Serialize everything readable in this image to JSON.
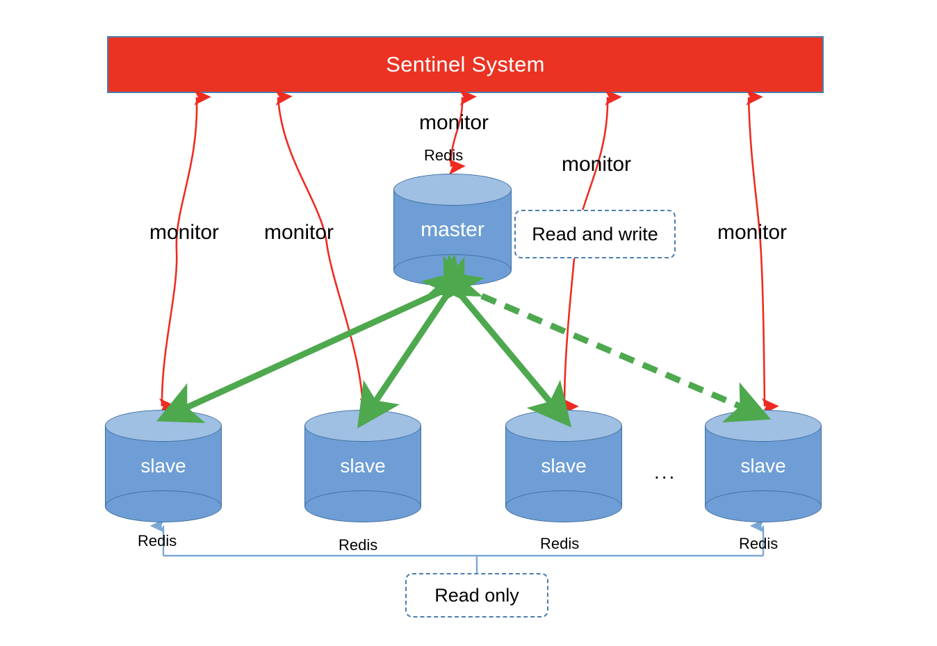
{
  "diagram": {
    "title_bar": {
      "label": "Sentinel System",
      "color": "#EA3323",
      "text_color": "#FFFFFF"
    },
    "nodes": {
      "master": {
        "label": "master",
        "sublabel": "Redis"
      },
      "slaves": [
        {
          "label": "slave",
          "sublabel": "Redis"
        },
        {
          "label": "slave",
          "sublabel": "Redis"
        },
        {
          "label": "slave",
          "sublabel": "Redis"
        },
        {
          "label": "slave",
          "sublabel": "Redis"
        }
      ],
      "ellipsis": "...",
      "node_color": "#6E9ED5",
      "node_top_color": "#9FBFE3",
      "node_border_color": "#3E6EA0"
    },
    "edges": {
      "monitor_labels": [
        "monitor",
        "monitor",
        "monitor",
        "monitor",
        "monitor"
      ],
      "monitor_color": "#EE2B21",
      "replication_color": "#4EA84E",
      "access_color": "#7BA7D4"
    },
    "callouts": {
      "read_write": "Read and write",
      "read_only": "Read only",
      "border_color": "#4A7EB0"
    }
  }
}
